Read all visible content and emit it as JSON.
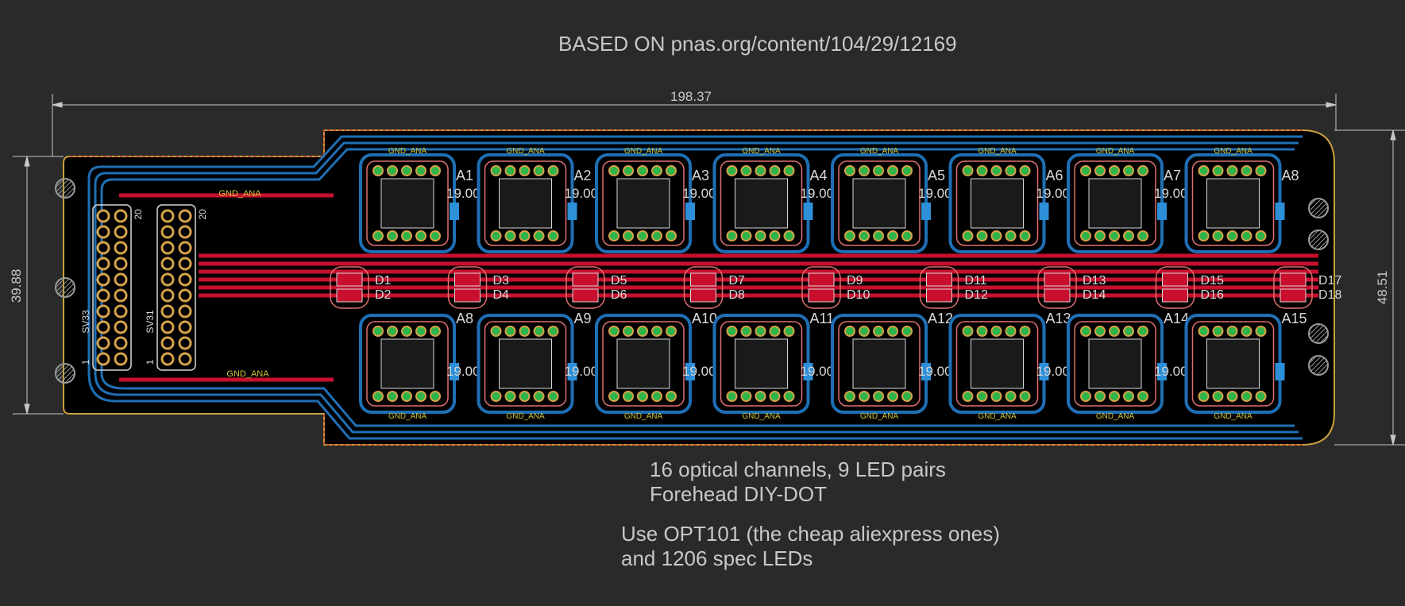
{
  "notes": {
    "based_on": "BASED ON pnas.org/content/104/29/12169",
    "channels": "16 optical channels, 9 LED pairs",
    "project": "Forehead DIY-DOT",
    "use_line1": "Use OPT101 (the cheap aliexpress ones)",
    "use_line2": "and 1206 spec LEDs"
  },
  "dimensions": {
    "width": "198.37",
    "height_left": "39.88",
    "height_right": "48.51"
  },
  "nets": {
    "ground": "GND_ANA"
  },
  "connectors": [
    {
      "name": "SV33",
      "pin_label_top": "20",
      "pin_label_bottom": "1"
    },
    {
      "name": "SV31",
      "pin_label_top": "20",
      "pin_label_bottom": "1"
    }
  ],
  "sensors_top": [
    "A1",
    "A2",
    "A3",
    "A4",
    "A5",
    "A6",
    "A7",
    "A8"
  ],
  "sensors_bottom": [
    "A8",
    "A9",
    "A10",
    "A11",
    "A12",
    "A13",
    "A14",
    "A15"
  ],
  "sensor_spacing": "19.00",
  "led_pairs": [
    [
      "D1",
      "D2"
    ],
    [
      "D3",
      "D4"
    ],
    [
      "D5",
      "D6"
    ],
    [
      "D7",
      "D8"
    ],
    [
      "D9",
      "D10"
    ],
    [
      "D11",
      "D12"
    ],
    [
      "D13",
      "D14"
    ],
    [
      "D15",
      "D16"
    ],
    [
      "D17",
      "D18"
    ]
  ],
  "colors": {
    "background": "#2a2a2a",
    "board": "#000000",
    "top_copper": "#c8102e",
    "bottom_copper": "#1f6fb4",
    "outline": "#c9a13a",
    "silk": "#d8d8d8",
    "pad": "#2db54a",
    "net_label": "#cdc33a"
  }
}
